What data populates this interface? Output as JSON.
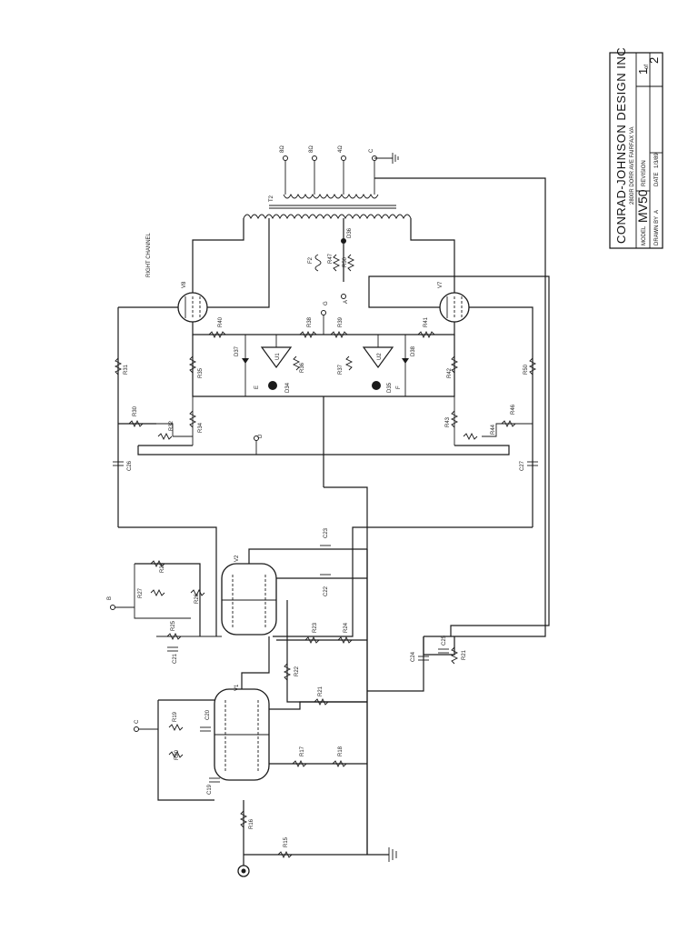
{
  "title_block": {
    "company": "CONRAD-JOHNSON DESIGN INC",
    "address": "2800R DORR AVE FAIRFAX VA",
    "model_label": "MODEL",
    "model": "MV50",
    "revision_label": "REVISION",
    "drawn_by_label": "DRAWN BY",
    "drawn_by": "A",
    "date_label": "DATE",
    "date": "1/3/89",
    "sheet_num": "1",
    "sheet_of": "of",
    "sheet_total": "2"
  },
  "channel_label": "RIGHT CHANNEL",
  "tubes": [
    "V1",
    "V2",
    "V7",
    "V8"
  ],
  "transformer": "T2",
  "ics": [
    "U1",
    "U2"
  ],
  "fuse": "F2",
  "resistors": [
    "R15",
    "R16",
    "R17",
    "R18",
    "R19",
    "R20",
    "R21",
    "R22",
    "R23",
    "R24",
    "R25",
    "R26",
    "R27",
    "R28",
    "R30",
    "R31",
    "R32",
    "R33",
    "R34",
    "R35",
    "R36",
    "R37",
    "R38",
    "R39",
    "R40",
    "R41",
    "R42",
    "R43",
    "R44",
    "R46",
    "R47",
    "R50"
  ],
  "capacitors": [
    "C19",
    "C20",
    "C21",
    "C22",
    "C23",
    "C24",
    "C25",
    "C26",
    "C27"
  ],
  "diodes": [
    "D34",
    "D35",
    "D36",
    "D37",
    "D38"
  ],
  "nodes": [
    "A",
    "B",
    "C",
    "D",
    "E",
    "F",
    "G"
  ],
  "secondary_taps": [
    "8Ω",
    "8Ω",
    "4Ω",
    "C"
  ]
}
